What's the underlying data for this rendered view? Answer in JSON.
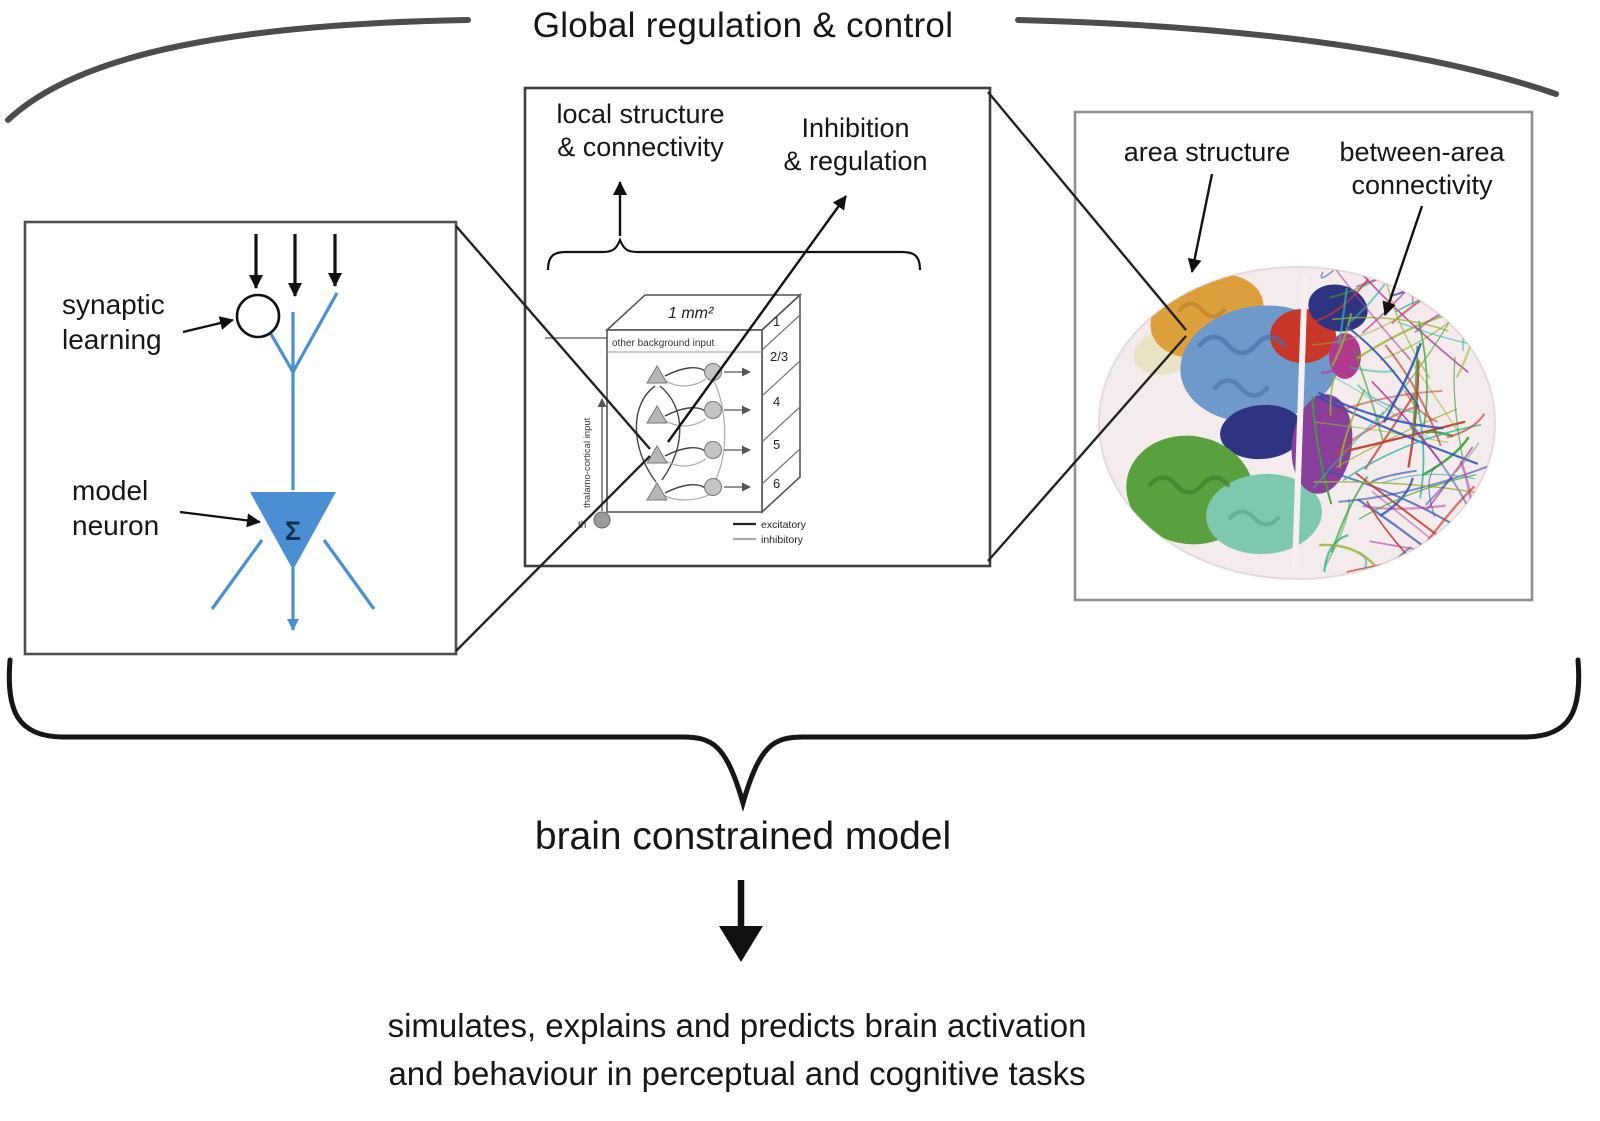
{
  "title": "Global regulation & control",
  "panels": {
    "neuron": {
      "synaptic_label_line1": "synaptic",
      "synaptic_label_line2": "learning",
      "model_label_line1": "model",
      "model_label_line2": "neuron",
      "sigma": "Σ",
      "neuron_color": "#4a8fd4"
    },
    "circuit": {
      "local_label_line1": "local structure",
      "local_label_line2": "& connectivity",
      "inhibition_label_line1": "Inhibition",
      "inhibition_label_line2": "& regulation",
      "area_size": "1 mm²",
      "background_input": "other background input",
      "thalamo_input": "thalamo-cortical input",
      "thalamus_abbr": "th",
      "layers": [
        "1",
        "2/3",
        "4",
        "5",
        "6"
      ],
      "legend": {
        "excitatory": "excitatory",
        "inhibitory": "inhibitory"
      }
    },
    "brain": {
      "area_label": "area structure",
      "between_label_line1": "between-area",
      "between_label_line2": "connectivity",
      "area_colors": [
        "#dd9f3c",
        "#e9e2c4",
        "#6f98cb",
        "#c9372b",
        "#2e3382",
        "#59a13f",
        "#7ec9ad",
        "#8a3f9b",
        "#b03a8c"
      ],
      "fiber_colors": [
        "#c23b2e",
        "#3aa23a",
        "#2e4fb5",
        "#36b3a8",
        "#b53a9e",
        "#96b53a"
      ]
    }
  },
  "bottom": {
    "model_label": "brain constrained model",
    "caption_line1": "simulates, explains and predicts brain activation",
    "caption_line2": "and behaviour in perceptual and cognitive tasks"
  }
}
